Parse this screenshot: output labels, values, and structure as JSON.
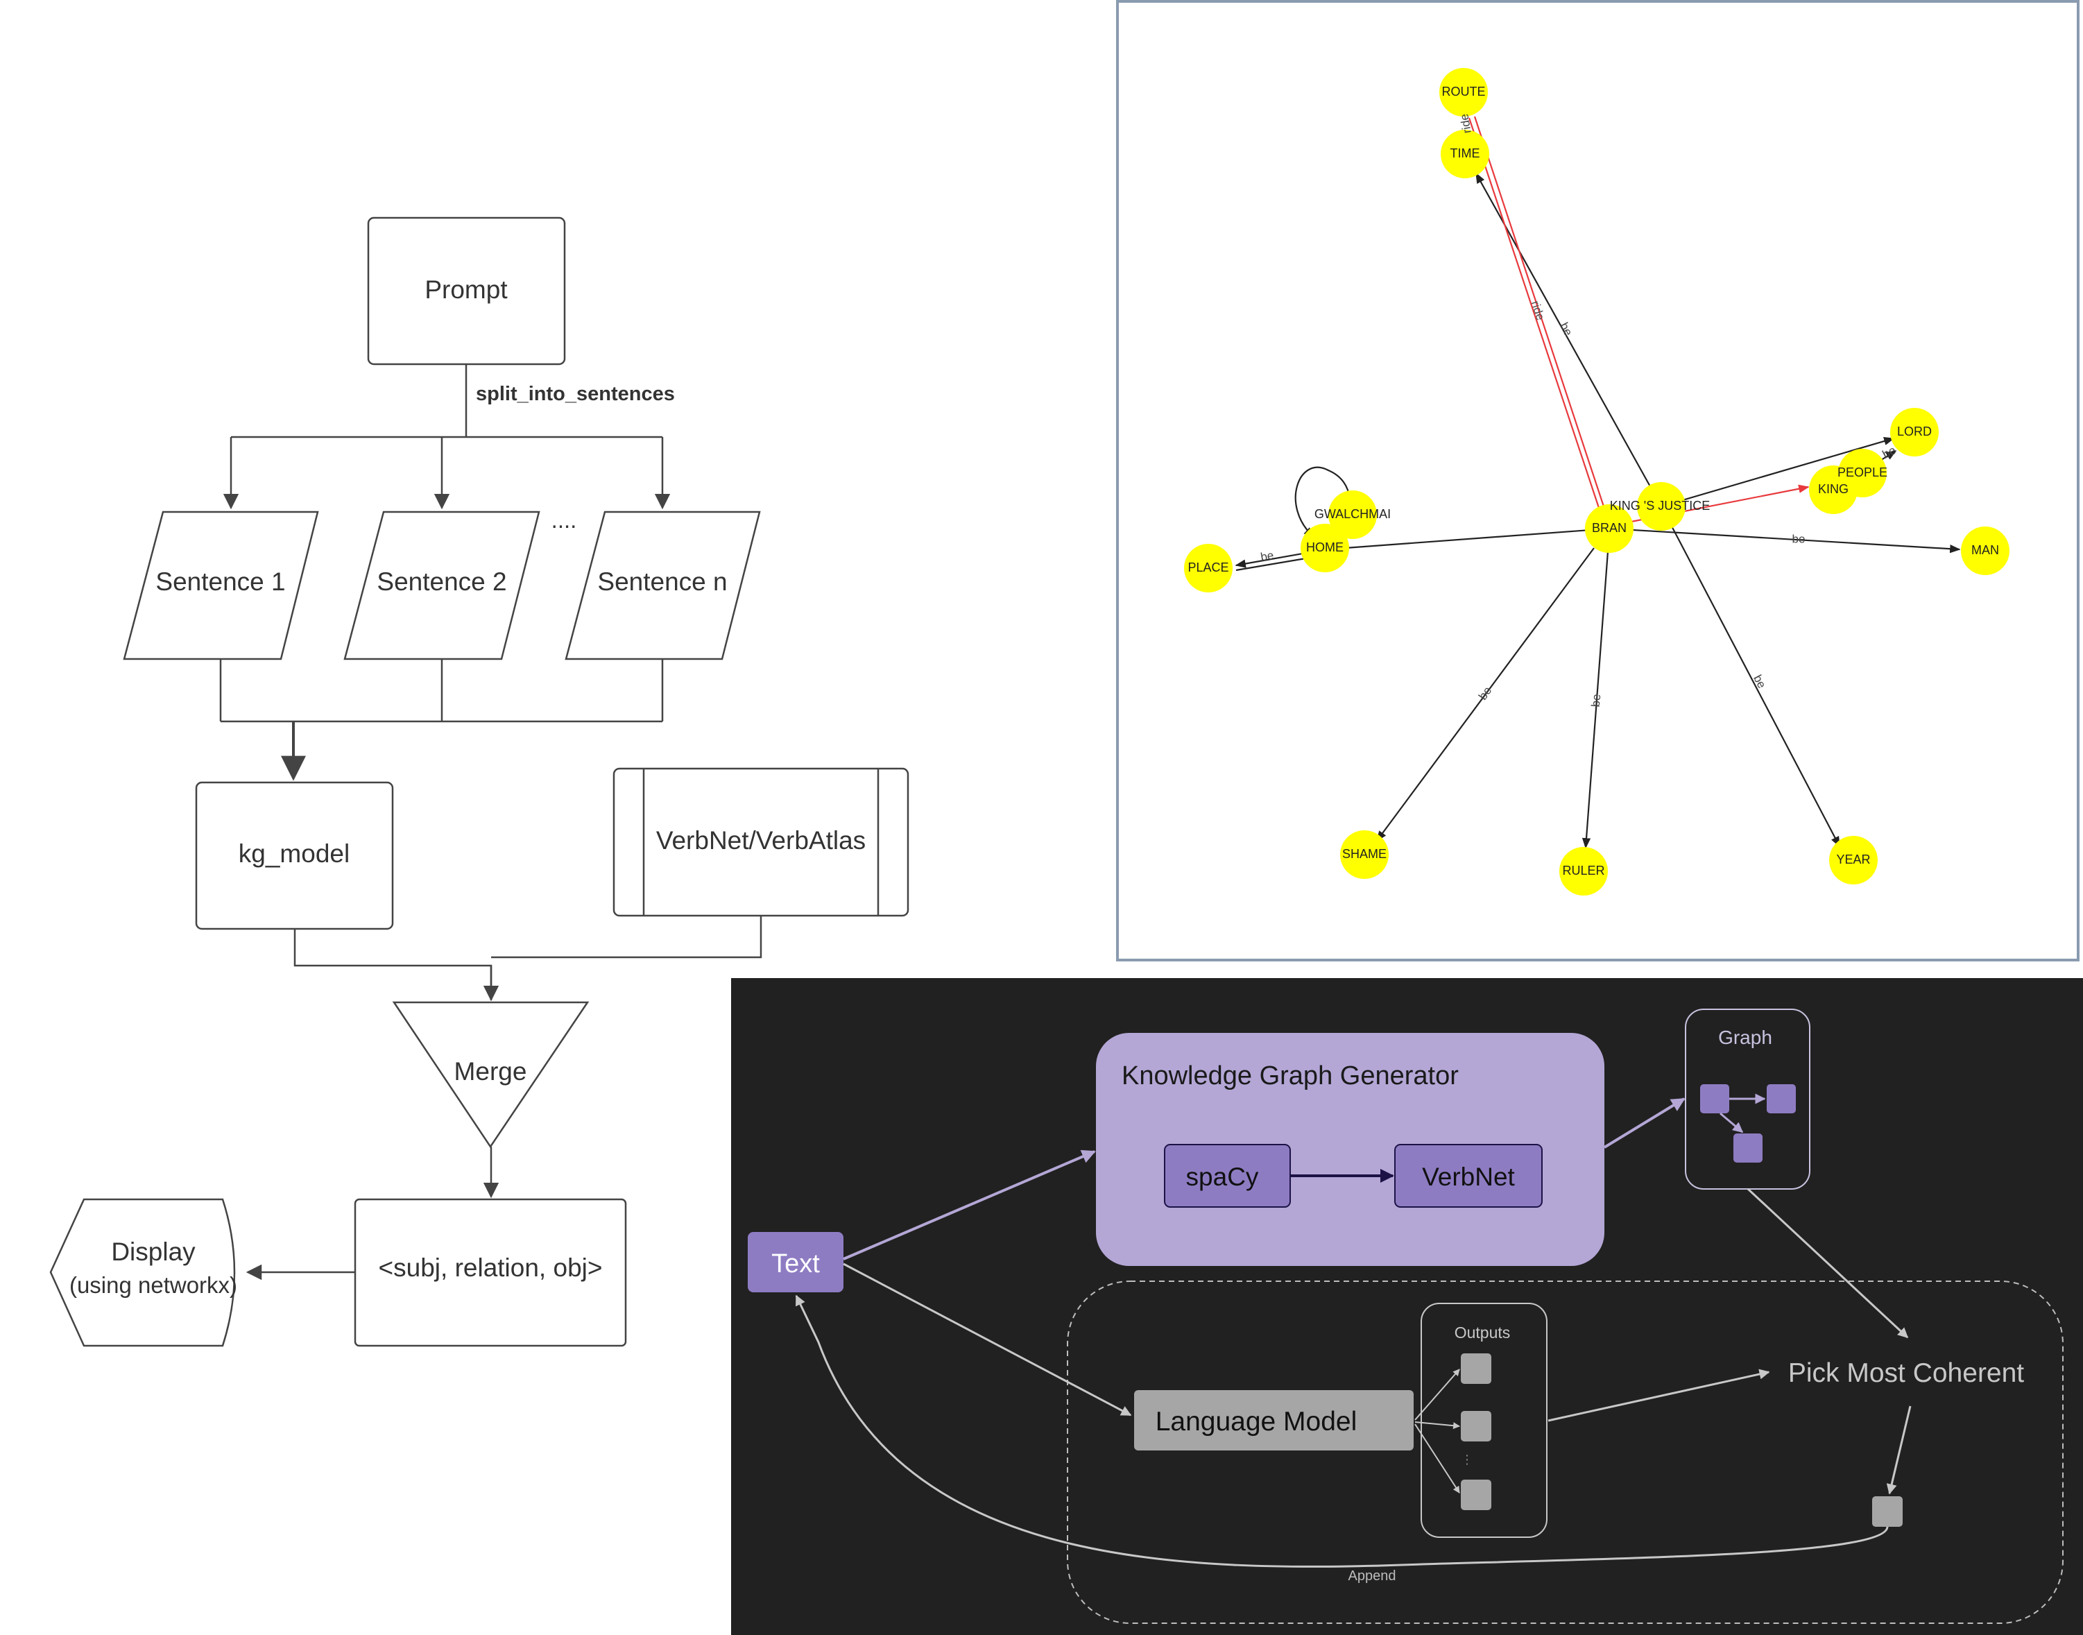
{
  "flowchart": {
    "prompt": "Prompt",
    "split_label": "split_into_sentences",
    "sentences": [
      "Sentence 1",
      "Sentence 2",
      "Sentence n"
    ],
    "ellipsis": "....",
    "kg_model": "kg_model",
    "verbnet": "VerbNet/VerbAtlas",
    "merge": "Merge",
    "triple": "<subj, relation, obj>",
    "display_line1": "Display",
    "display_line2": "(using networkx)"
  },
  "graph": {
    "nodes": {
      "route": "ROUTE",
      "time": "TIME",
      "lord": "LORD",
      "people": "PEOPLE",
      "king": "KING",
      "justice": "KING 'S JUSTICE",
      "bran": "BRAN",
      "gwalchmai": "GWALCHMAI",
      "home": "HOME",
      "place": "PLACE",
      "man": "MAN",
      "shame": "SHAME",
      "ruler": "RULER",
      "year": "YEAR"
    },
    "edge_labels": {
      "ride_top": "ride",
      "ride": "ride",
      "be": "be"
    },
    "colors": {
      "node": "#ffff00",
      "edge": "#222222",
      "edge_red": "#e8393c",
      "frame": "#8a9bb0"
    }
  },
  "pipeline": {
    "text": "Text",
    "kg_title": "Knowledge Graph Generator",
    "spacy": "spaCy",
    "verbnet": "VerbNet",
    "graph_title": "Graph",
    "outputs_title": "Outputs",
    "language_model": "Language Model",
    "pick": "Pick Most Coherent",
    "append": "Append",
    "dots": "⋮",
    "colors": {
      "background": "#212121",
      "purple": "#8e7cc3",
      "lavender": "#b4a7d6",
      "gray": "#a6a6a6"
    }
  }
}
